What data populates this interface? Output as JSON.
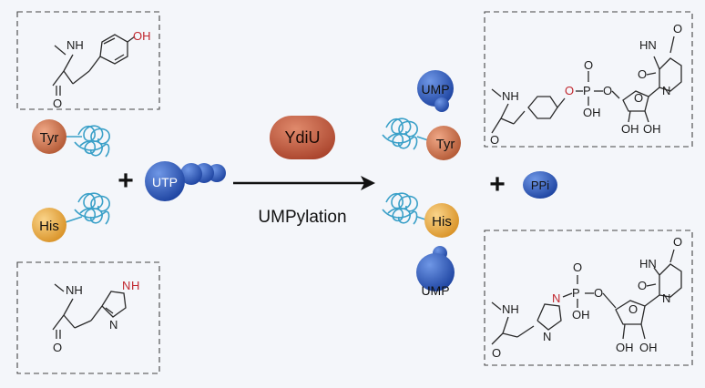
{
  "labels": {
    "tyr": "Tyr",
    "his": "His",
    "utp": "UTP",
    "ump": "UMP",
    "enzyme": "YdiU",
    "reaction": "UMPylation",
    "ppi": "PPi",
    "plus": "+"
  },
  "atoms": {
    "nh": "NH",
    "o": "O",
    "oh": "OH",
    "h": "H",
    "n": "N",
    "hn": "HN",
    "p": "P"
  },
  "colors": {
    "background": "#f4f6fa",
    "tyr": "#c8704a",
    "his": "#e8a43c",
    "nucleotide": "#2a58b8",
    "enzyme": "#c2553c",
    "protein_coil": "#3aa0c8",
    "heteroatom": "#c0262d"
  }
}
